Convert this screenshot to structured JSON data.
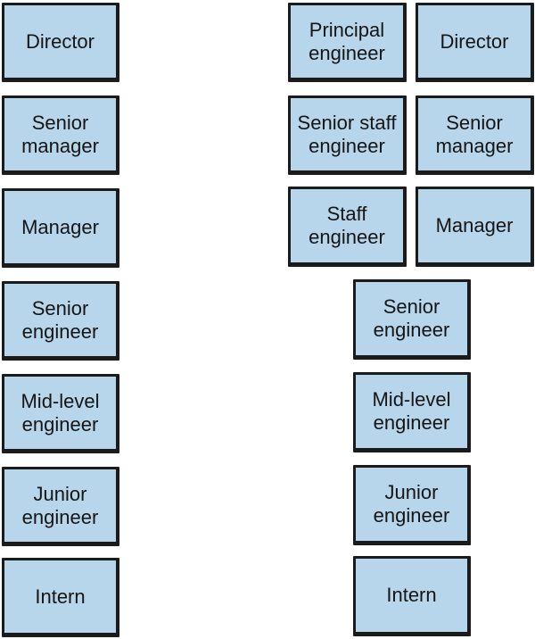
{
  "colors": {
    "box_fill": "#b8d6eb",
    "box_border": "#1b1b1b",
    "text": "#151515"
  },
  "left_ladder": [
    "Director",
    "Senior\nmanager",
    "Manager",
    "Senior\nengineer",
    "Mid-level\nengineer",
    "Junior\nengineer",
    "Intern"
  ],
  "right_ladder": {
    "ic_track": [
      "Principal\nengineer",
      "Senior staff\nengineer",
      "Staff\nengineer"
    ],
    "management_track": [
      "Director",
      "Senior\nmanager",
      "Manager"
    ],
    "shared": [
      "Senior\nengineer",
      "Mid-level\nengineer",
      "Junior\nengineer",
      "Intern"
    ]
  }
}
